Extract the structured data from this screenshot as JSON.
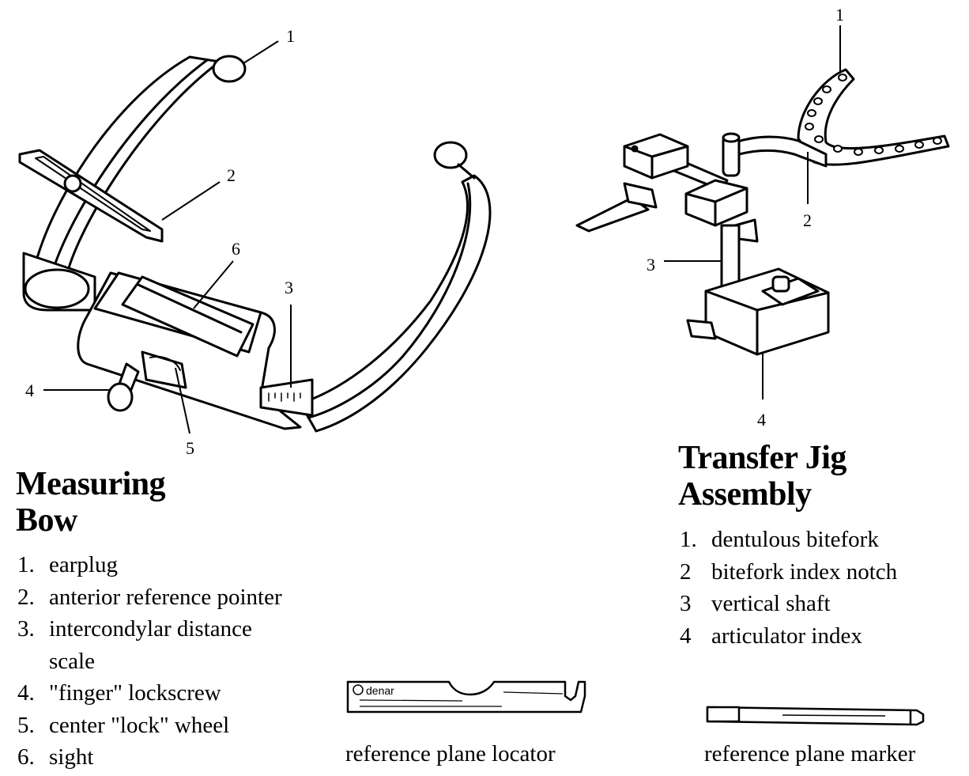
{
  "measuring_bow": {
    "title_line1": "Measuring",
    "title_line2": "Bow",
    "items": [
      {
        "num": "1.",
        "label": "earplug"
      },
      {
        "num": "2.",
        "label": "anterior reference pointer"
      },
      {
        "num": "3.",
        "label": "intercondylar distance",
        "label_cont": "scale"
      },
      {
        "num": "4.",
        "label": "\"finger\" lockscrew"
      },
      {
        "num": "5.",
        "label": "center \"lock\" wheel"
      },
      {
        "num": "6.",
        "label": "sight"
      }
    ],
    "callouts": [
      "1",
      "2",
      "3",
      "4",
      "5",
      "6"
    ]
  },
  "transfer_jig": {
    "title_line1": "Transfer Jig",
    "title_line2": "Assembly",
    "items": [
      {
        "num": "1.",
        "label": "dentulous bitefork"
      },
      {
        "num": "2",
        "label": "bitefork index notch"
      },
      {
        "num": "3",
        "label": "vertical shaft"
      },
      {
        "num": "4",
        "label": "articulator index"
      }
    ],
    "callouts": [
      "1",
      "2",
      "3",
      "4"
    ]
  },
  "locator": {
    "caption": "reference plane locator",
    "brand": "denar"
  },
  "marker": {
    "caption": "reference plane marker"
  }
}
